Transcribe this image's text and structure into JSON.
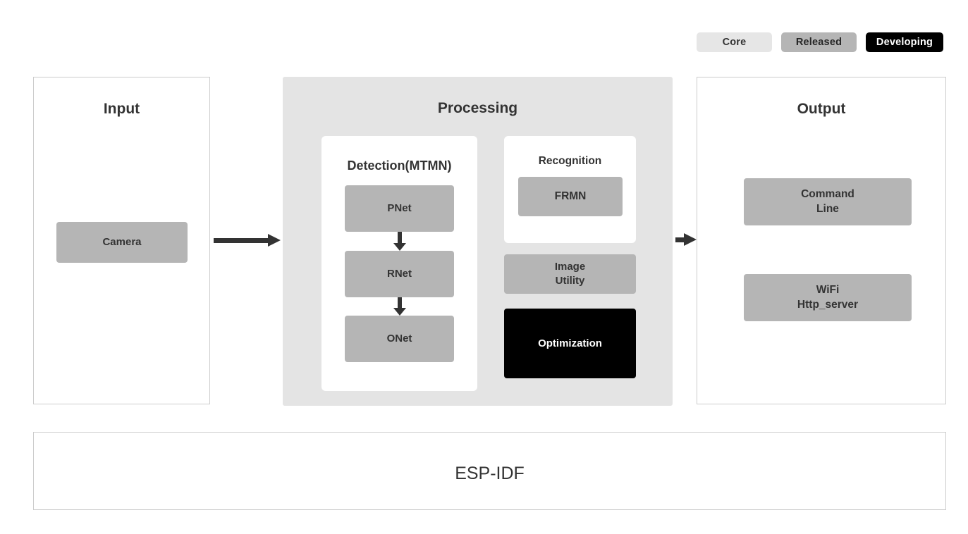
{
  "legend": {
    "items": [
      {
        "label": "Core",
        "color": "#e6e6e6",
        "text_color": "#333333"
      },
      {
        "label": "Released",
        "color": "#b5b5b5",
        "text_color": "#262626"
      },
      {
        "label": "Developing",
        "color": "#000000",
        "text_color": "#ffffff"
      }
    ]
  },
  "panels": {
    "input": {
      "title": "Input",
      "nodes": [
        {
          "label": "Camera",
          "status": "Released"
        }
      ]
    },
    "processing": {
      "title": "Processing",
      "detection": {
        "title": "Detection(MTMN)",
        "nodes": [
          {
            "label": "PNet",
            "status": "Released"
          },
          {
            "label": "RNet",
            "status": "Released"
          },
          {
            "label": "ONet",
            "status": "Released"
          }
        ]
      },
      "recognition": {
        "title": "Recognition",
        "nodes": [
          {
            "label": "FRMN",
            "status": "Released"
          }
        ]
      },
      "extras": [
        {
          "label": "Image\nUtility",
          "status": "Released"
        },
        {
          "label": "Optimization",
          "status": "Developing"
        }
      ]
    },
    "output": {
      "title": "Output",
      "nodes": [
        {
          "label": "Command\nLine",
          "status": "Released"
        },
        {
          "label": "WiFi\nHttp_server",
          "status": "Released"
        }
      ]
    },
    "foundation": {
      "title": "ESP-IDF",
      "status": "Core"
    }
  },
  "flow": {
    "arrow_input_to_processing": "→",
    "arrow_processing_to_output": "→",
    "arrow_pnet_to_rnet": "↓",
    "arrow_rnet_to_onet": "↓"
  }
}
